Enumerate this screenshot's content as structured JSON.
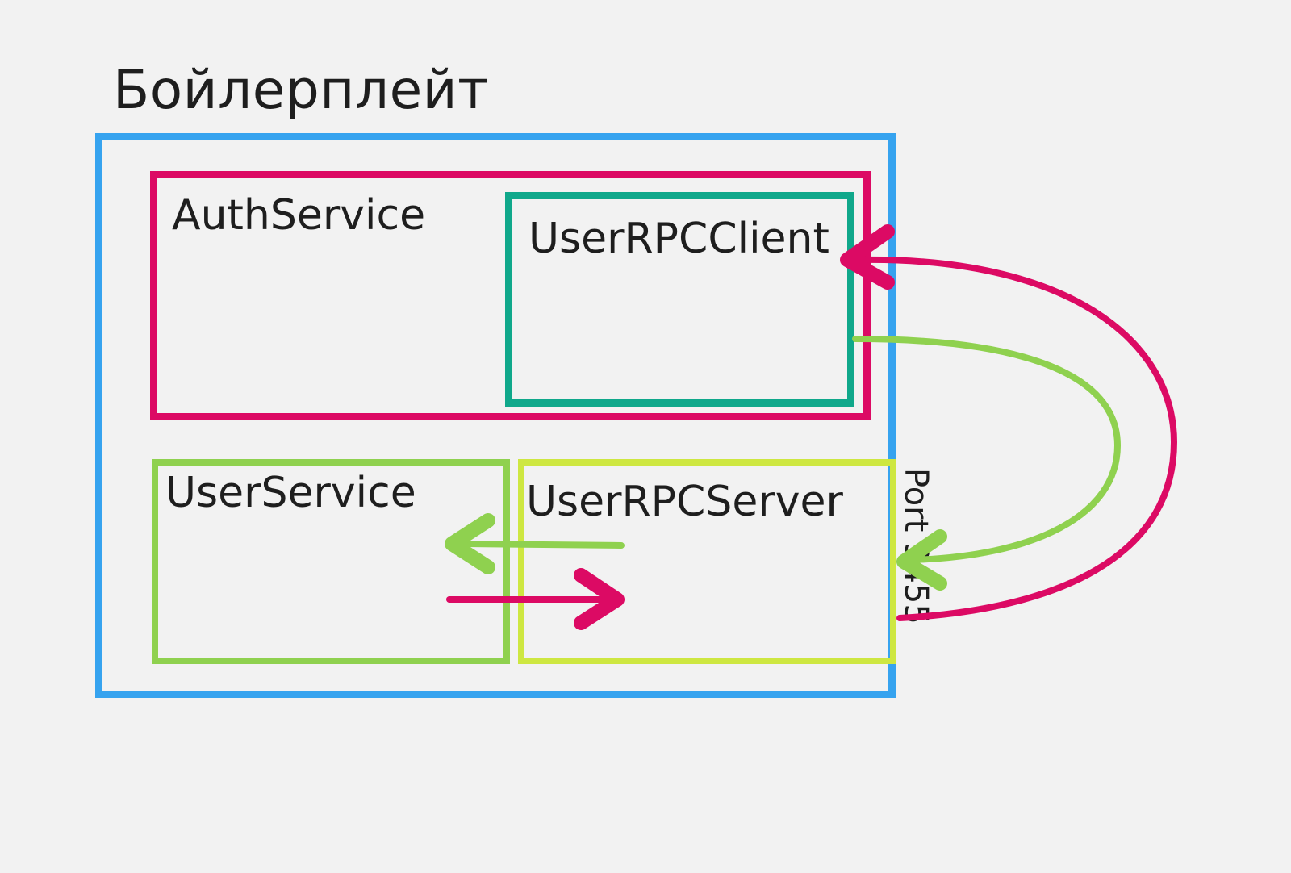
{
  "title": "Бойлерплейт",
  "boxes": {
    "auth_service": "AuthService",
    "user_rpc_client": "UserRPCClient",
    "user_service": "UserService",
    "user_rpc_server": "UserRPCServer"
  },
  "port_label": "Port 3455",
  "colors": {
    "outer": "#36a3ef",
    "auth": "#dc0a64",
    "client": "#10a88b",
    "user_service": "#8fd14f",
    "server": "#cee741",
    "arrow_pink": "#dc0a64",
    "arrow_green": "#8fd14f"
  }
}
